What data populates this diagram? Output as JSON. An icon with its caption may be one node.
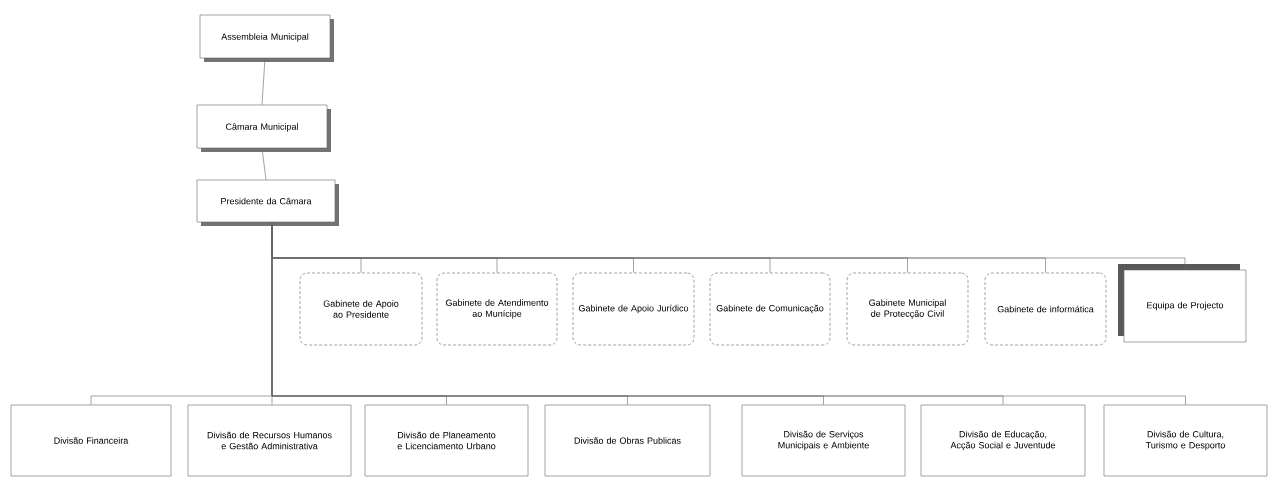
{
  "diagram": {
    "nodes": [
      {
        "text": [
          "Assembleia Municipal"
        ]
      },
      {
        "text": [
          "Câmara Municipal"
        ]
      },
      {
        "text": [
          "Presidente da Câmara"
        ]
      },
      {
        "text": [
          "Gabinete de Apoio ao Presidente"
        ]
      },
      {
        "text": [
          "Gabinete de Atendimento ao Munícipe"
        ]
      },
      {
        "text": [
          "Gabinete de Apoio Jurídico"
        ]
      },
      {
        "text": [
          "Gabinete de Comunicação"
        ]
      },
      {
        "text": [
          "Gabinete Municipal de Protecção Civil"
        ]
      },
      {
        "text": [
          "Gabinete de informática"
        ]
      },
      {
        "text": [
          "Equipa de Projecto"
        ]
      },
      {
        "text": [
          "Divisão Financeira"
        ]
      },
      {
        "text": [
          "Divisão de Recursos Humanos e Gestão Administrativa"
        ]
      },
      {
        "text": [
          "Divisão de Planeamento e Licenciamento Urbano"
        ]
      },
      {
        "text": [
          "Divisão de Obras Publicas"
        ]
      },
      {
        "text": [
          "Divisão de Serviços Municipais e Ambiente"
        ]
      },
      {
        "text": [
          "Divisão de Educação, Acção Social e Juventude"
        ]
      },
      {
        "text": [
          "Divisão de Cultura, Turismo e Desporto"
        ]
      }
    ],
    "edges": [
      {
        "from": 0,
        "to": 1,
        "arrow": "none"
      },
      {
        "from": 1,
        "to": 2,
        "arrow": "none"
      },
      {
        "from": 2,
        "to": 3,
        "arrow": "none"
      },
      {
        "from": 2,
        "to": 4,
        "arrow": "none"
      },
      {
        "from": 2,
        "to": 5,
        "arrow": "none"
      },
      {
        "from": 2,
        "to": 6,
        "arrow": "none"
      },
      {
        "from": 2,
        "to": 7,
        "arrow": "none"
      },
      {
        "from": 2,
        "to": 8,
        "arrow": "none"
      },
      {
        "from": 2,
        "to": 9,
        "arrow": "none"
      },
      {
        "from": 2,
        "to": 10,
        "arrow": "none"
      },
      {
        "from": 2,
        "to": 11,
        "arrow": "none"
      },
      {
        "from": 2,
        "to": 12,
        "arrow": "none"
      },
      {
        "from": 2,
        "to": 13,
        "arrow": "none"
      },
      {
        "from": 2,
        "to": 14,
        "arrow": "none"
      },
      {
        "from": 2,
        "to": 15,
        "arrow": "none"
      },
      {
        "from": 2,
        "to": 16,
        "arrow": "none"
      }
    ]
  }
}
